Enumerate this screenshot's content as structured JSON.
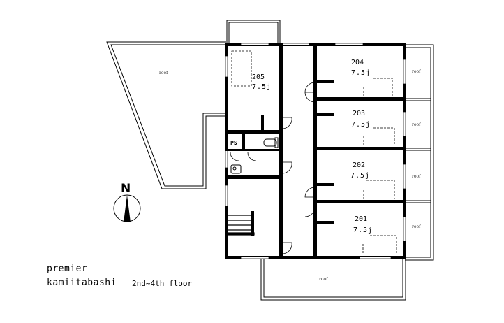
{
  "building": {
    "name_line1": "premier",
    "name_line2": "kamiitabashi",
    "floor_range": "2nd~4th floor"
  },
  "compass": {
    "label": "N",
    "icon": "north-arrow-icon"
  },
  "rooms": [
    {
      "id": "205",
      "number": "205",
      "size": "7.5j"
    },
    {
      "id": "204",
      "number": "204",
      "size": "7.5j"
    },
    {
      "id": "203",
      "number": "203",
      "size": "7.5j"
    },
    {
      "id": "202",
      "number": "202",
      "size": "7.5j"
    },
    {
      "id": "201",
      "number": "201",
      "size": "7.5j"
    }
  ],
  "roofs": {
    "west": "roof",
    "east_1": "roof",
    "east_2": "roof",
    "east_3": "roof",
    "east_4": "roof",
    "south": "roof"
  },
  "utility": {
    "pipe_space": "PS"
  },
  "colors": {
    "wall": "#000000",
    "background": "#ffffff",
    "roof_text": "#333333"
  }
}
